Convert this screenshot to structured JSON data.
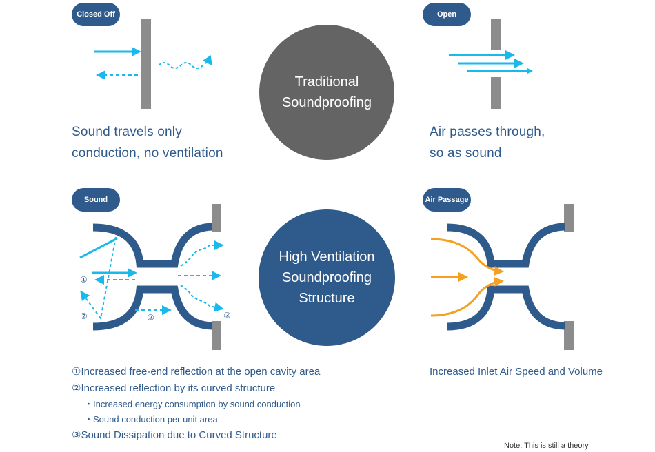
{
  "badges": {
    "closed_off": "Closed Off",
    "open": "Open",
    "sound": "Sound",
    "air_passage": "Air Passage"
  },
  "circles": {
    "traditional": [
      "Traditional",
      "Soundproofing"
    ],
    "high_ventilation": [
      "High Ventilation",
      "Soundproofing",
      "Structure"
    ]
  },
  "captions": {
    "closed_off": [
      "Sound travels only",
      "conduction, no ventilation"
    ],
    "open": [
      "Air passes through,",
      "so as sound"
    ]
  },
  "diagram_markers": {
    "marker_1": "①",
    "marker_2a": "②",
    "marker_2b": "②",
    "marker_3": "③"
  },
  "notes": {
    "item_1": "①Increased free-end reflection at the open cavity area",
    "item_2": "②Increased reflection by its curved structure",
    "item_2_sub_1": "・Increased energy consumption by sound conduction",
    "item_2_sub_2": "・Sound conduction per unit area",
    "item_3": "③Sound Dissipation due to Curved Structure"
  },
  "inlet_note": "Increased Inlet Air Speed and Volume",
  "footnote": "Note: This is still a theory",
  "colors": {
    "navy": "#2f5a8c",
    "gray": "#646464",
    "wall_gray": "#8c8c8c",
    "cyan": "#1ab9ec",
    "orange": "#f5a01e"
  }
}
